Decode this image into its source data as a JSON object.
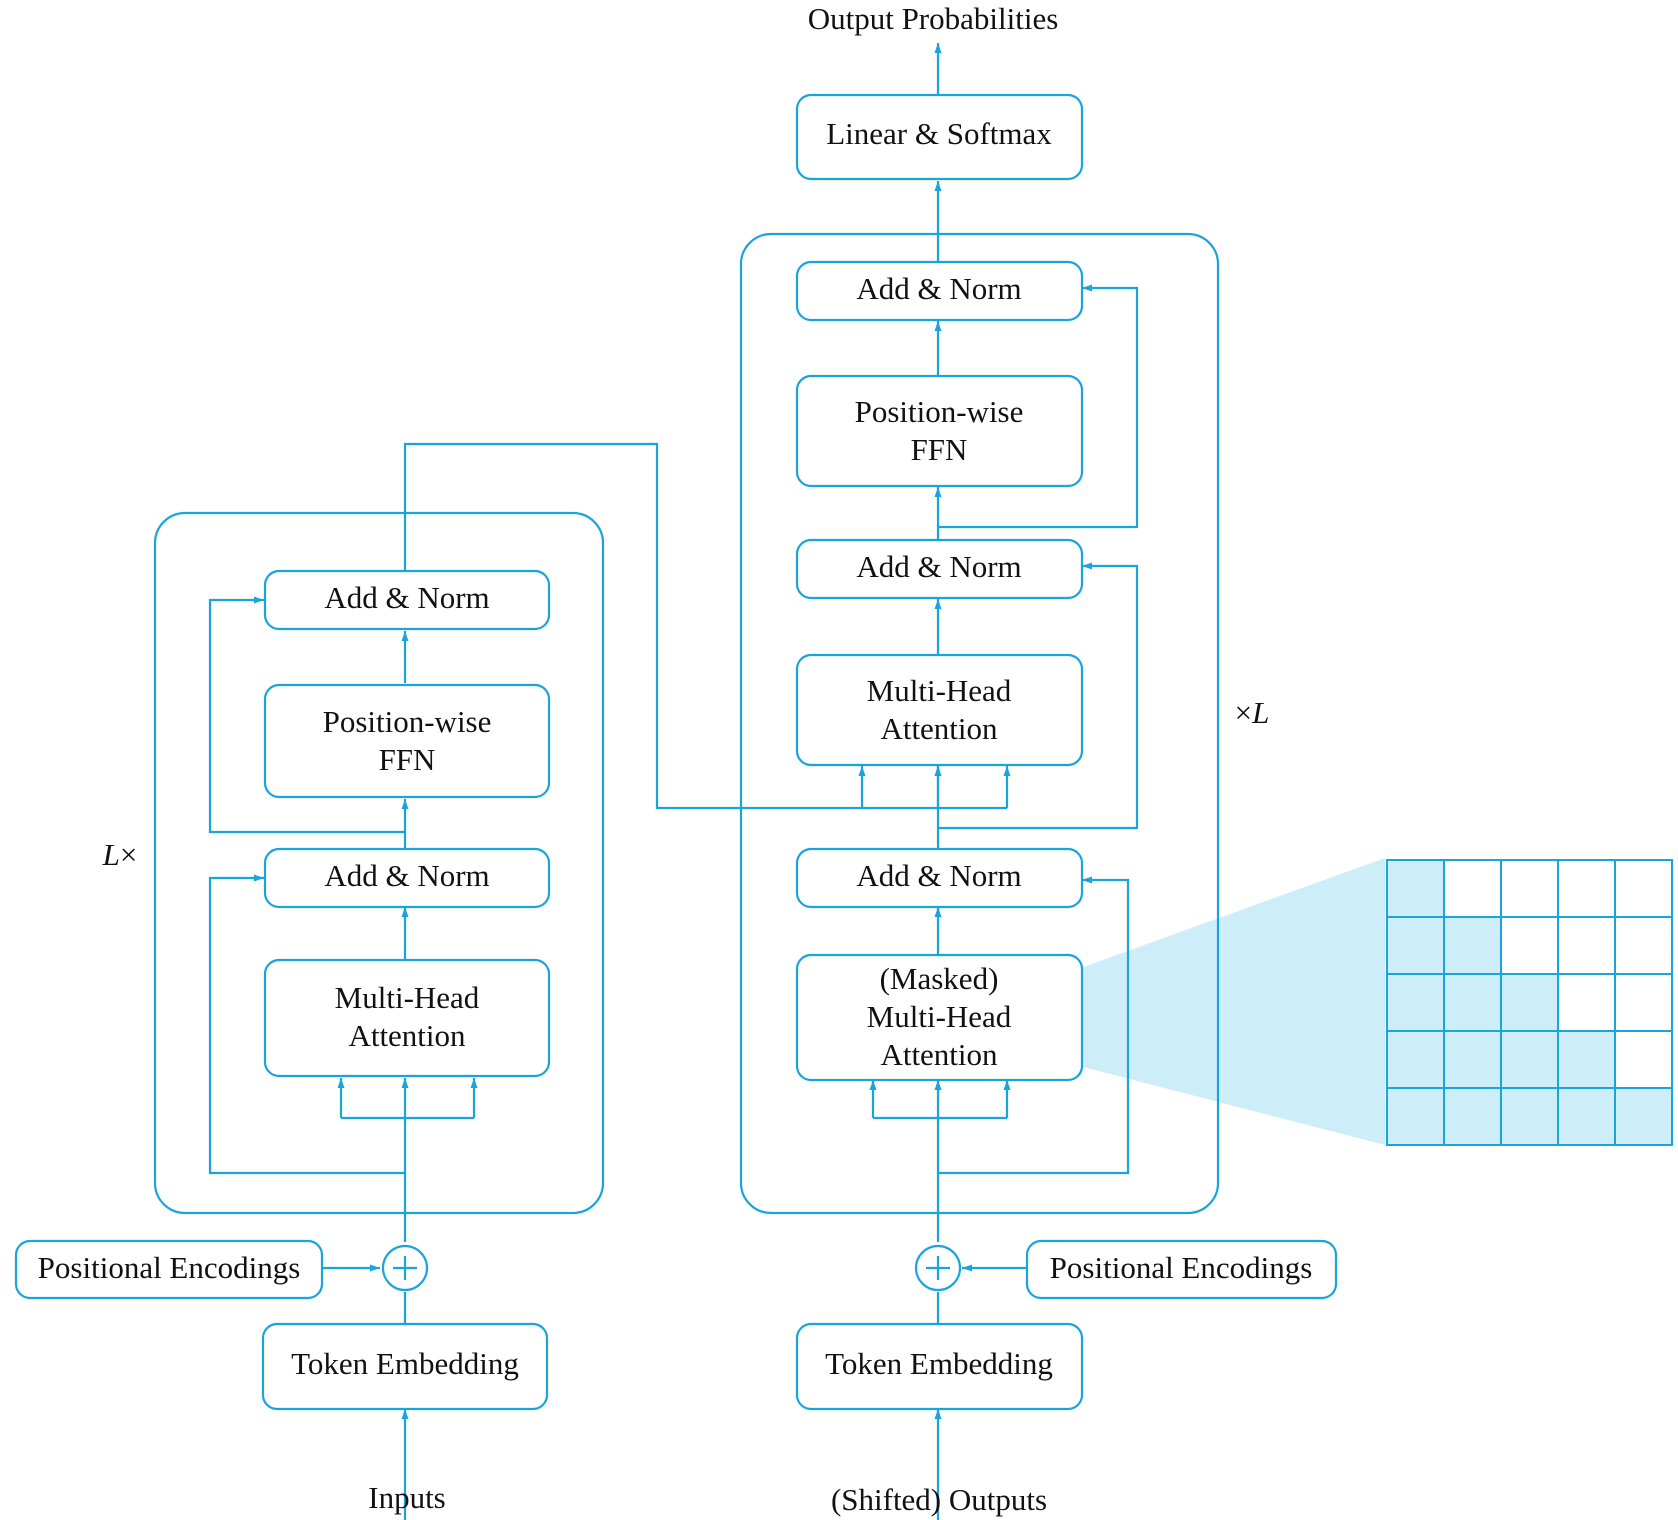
{
  "colors": {
    "line": "#1aa4de",
    "mask_fill": "#cdeef9",
    "text": "#111111"
  },
  "top_label": "Output Probabilities",
  "encoder": {
    "repeat_prefix": "L",
    "repeat_symbol": "×",
    "add_norm_top": "Add & Norm",
    "ffn_line1": "Position-wise",
    "ffn_line2": "FFN",
    "add_norm_bottom": "Add & Norm",
    "mha_line1": "Multi-Head",
    "mha_line2": "Attention",
    "positional_encodings": "Positional Encodings",
    "token_embedding": "Token Embedding",
    "input_label": "Inputs"
  },
  "decoder": {
    "repeat_symbol": "×",
    "repeat_suffix": "L",
    "linear_softmax": "Linear & Softmax",
    "add_norm_top": "Add & Norm",
    "ffn_line1": "Position-wise",
    "ffn_line2": "FFN",
    "add_norm_middle": "Add & Norm",
    "cross_mha_line1": "Multi-Head",
    "cross_mha_line2": "Attention",
    "add_norm_bottom": "Add & Norm",
    "masked_line1": "(Masked)",
    "masked_line2": "Multi-Head",
    "masked_line3": "Attention",
    "positional_encodings": "Positional Encodings",
    "token_embedding": "Token Embedding",
    "output_label": "(Shifted) Outputs"
  },
  "mask": {
    "rows": 5,
    "cols": 5,
    "filled": [
      [
        1,
        0,
        0,
        0,
        0
      ],
      [
        1,
        1,
        0,
        0,
        0
      ],
      [
        1,
        1,
        1,
        0,
        0
      ],
      [
        1,
        1,
        1,
        1,
        0
      ],
      [
        1,
        1,
        1,
        1,
        1
      ]
    ]
  }
}
